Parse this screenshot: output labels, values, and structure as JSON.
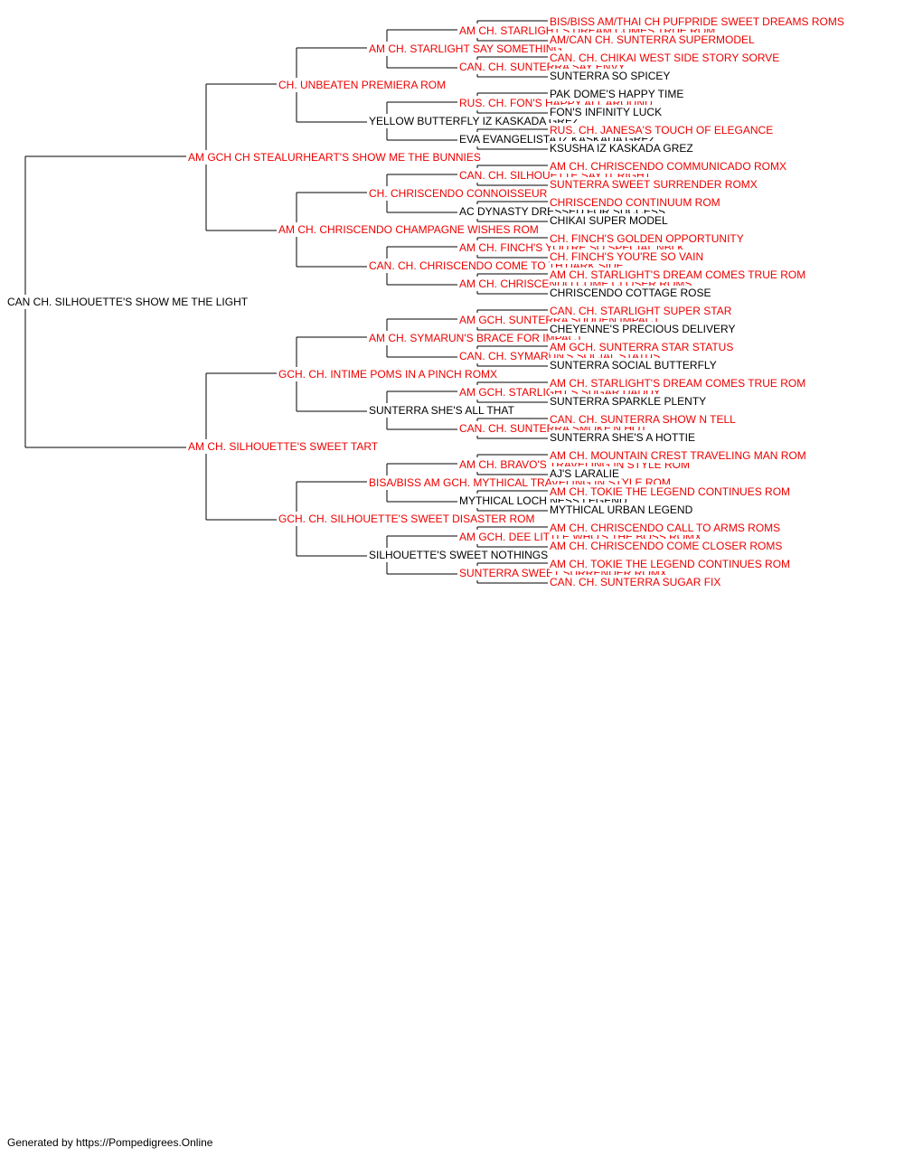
{
  "colors": {
    "titled": "#ee0000",
    "untitled": "#000000",
    "line": "#000000"
  },
  "pedigree": {
    "name": "CAN CH. SILHOUETTE'S SHOW ME THE LIGHT",
    "titled": false,
    "sire": {
      "name": "AM GCH CH STEALURHEART'S SHOW ME THE BUNNIES",
      "titled": true,
      "sire": {
        "name": "CH. UNBEATEN PREMIERA ROM",
        "titled": true,
        "sire": {
          "name": "AM CH. STARLIGHT SAY SOMETHING",
          "titled": true,
          "sire": {
            "name": "AM CH. STARLIGHT'S DREAM COMES TRUE ROM",
            "titled": true,
            "sire": {
              "name": "BIS/BISS AM/THAI CH PUFPRIDE SWEET DREAMS ROMS",
              "titled": true
            },
            "dam": {
              "name": "AM/CAN CH. SUNTERRA SUPERMODEL",
              "titled": true
            }
          },
          "dam": {
            "name": "CAN. CH. SUNTERRA SAY ENVY",
            "titled": true,
            "sire": {
              "name": "CAN. CH. CHIKAI WEST SIDE STORY SORVE",
              "titled": true
            },
            "dam": {
              "name": "SUNTERRA SO SPICEY",
              "titled": false
            }
          }
        },
        "dam": {
          "name": "YELLOW BUTTERFLY IZ KASKADA GREZ",
          "titled": false,
          "sire": {
            "name": "RUS. CH. FON'S HAPPY ALL AROUND",
            "titled": true,
            "sire": {
              "name": "PAK DOME'S HAPPY TIME",
              "titled": false
            },
            "dam": {
              "name": "FON'S INFINITY LUCK",
              "titled": false
            }
          },
          "dam": {
            "name": "EVA EVANGELISTA IZ KASKADA GREZ",
            "titled": false,
            "sire": {
              "name": "RUS. CH. JANESA'S TOUCH OF ELEGANCE",
              "titled": true
            },
            "dam": {
              "name": "KSUSHA IZ KASKADA GREZ",
              "titled": false
            }
          }
        }
      },
      "dam": {
        "name": "AM CH. CHRISCENDO CHAMPAGNE WISHES ROM",
        "titled": true,
        "sire": {
          "name": "CH. CHRISCENDO CONNOISSEUR",
          "titled": true,
          "sire": {
            "name": "CAN. CH. SILHOUETTE SAY IT RIGHT",
            "titled": true,
            "sire": {
              "name": "AM CH. CHRISCENDO COMMUNICADO ROMX",
              "titled": true
            },
            "dam": {
              "name": "SUNTERRA SWEET SURRENDER ROMX",
              "titled": true
            }
          },
          "dam": {
            "name": "AC DYNASTY DRESSED FOR SUCCESS",
            "titled": false,
            "sire": {
              "name": "CHRISCENDO CONTINUUM ROM",
              "titled": true
            },
            "dam": {
              "name": "CHIKAI SUPER MODEL",
              "titled": false
            }
          }
        },
        "dam": {
          "name": "CAN. CH. CHRISCENDO COME TO TH'DARK SIDE",
          "titled": true,
          "sire": {
            "name": "AM CH. FINCH'S YOU'RE SO SPECIAL NBLK",
            "titled": true,
            "sire": {
              "name": "CH. FINCH'S GOLDEN OPPORTUNITY",
              "titled": true
            },
            "dam": {
              "name": "CH. FINCH'S YOU'RE SO VAIN",
              "titled": true
            }
          },
          "dam": {
            "name": "AM CH. CHRISCENDO COME CLOSER ROMS",
            "titled": true,
            "sire": {
              "name": "AM CH. STARLIGHT'S DREAM COMES TRUE ROM",
              "titled": true
            },
            "dam": {
              "name": "CHRISCENDO COTTAGE ROSE",
              "titled": false
            }
          }
        }
      }
    },
    "dam": {
      "name": "AM CH. SILHOUETTE'S SWEET TART",
      "titled": true,
      "sire": {
        "name": "GCH. CH. INTIME POMS IN A PINCH ROMX",
        "titled": true,
        "sire": {
          "name": "AM CH. SYMARUN'S BRACE FOR IMPACT",
          "titled": true,
          "sire": {
            "name": "AM GCH. SUNTERRA SUDDEN IMPACT",
            "titled": true,
            "sire": {
              "name": "CAN. CH. STARLIGHT SUPER STAR",
              "titled": true
            },
            "dam": {
              "name": "CHEYENNE'S PRECIOUS DELIVERY",
              "titled": false
            }
          },
          "dam": {
            "name": "CAN. CH. SYMARUN'S SOCIAL STATUS",
            "titled": true,
            "sire": {
              "name": "AM GCH. SUNTERRA STAR STATUS",
              "titled": true
            },
            "dam": {
              "name": "SUNTERRA SOCIAL BUTTERFLY",
              "titled": false
            }
          }
        },
        "dam": {
          "name": "SUNTERRA SHE'S ALL THAT",
          "titled": false,
          "sire": {
            "name": "AM GCH. STARLIGHT'S SUGAR DADDY",
            "titled": true,
            "sire": {
              "name": "AM CH. STARLIGHT'S DREAM COMES TRUE ROM",
              "titled": true
            },
            "dam": {
              "name": "SUNTERRA SPARKLE PLENTY",
              "titled": false
            }
          },
          "dam": {
            "name": "CAN. CH. SUNTERRA SMOKE'N HOT",
            "titled": true,
            "sire": {
              "name": "CAN. CH. SUNTERRA SHOW N TELL",
              "titled": true
            },
            "dam": {
              "name": "SUNTERRA SHE'S A HOTTIE",
              "titled": false
            }
          }
        }
      },
      "dam": {
        "name": "GCH. CH. SILHOUETTE'S SWEET DISASTER ROM",
        "titled": true,
        "sire": {
          "name": "BISA/BISS AM GCH. MYTHICAL TRAVELING IN STYLE ROM",
          "titled": true,
          "sire": {
            "name": "AM CH. BRAVO'S TRAVELING IN STYLE ROM",
            "titled": true,
            "sire": {
              "name": "AM CH. MOUNTAIN CREST TRAVELING MAN ROM",
              "titled": true
            },
            "dam": {
              "name": "AJ'S LARALIE",
              "titled": false
            }
          },
          "dam": {
            "name": "MYTHICAL LOCH NESS LEGEND",
            "titled": false,
            "sire": {
              "name": "AM CH. TOKIE THE LEGEND CONTINUES ROM",
              "titled": true
            },
            "dam": {
              "name": "MYTHICAL URBAN LEGEND",
              "titled": false
            }
          }
        },
        "dam": {
          "name": "SILHOUETTE'S SWEET NOTHINGS",
          "titled": false,
          "sire": {
            "name": "AM GCH. DEE LITTLE WHO'S THE BOSS ROMX",
            "titled": true,
            "sire": {
              "name": "AM CH. CHRISCENDO CALL TO ARMS ROMS",
              "titled": true
            },
            "dam": {
              "name": "AM CH. CHRISCENDO COME CLOSER ROMS",
              "titled": true
            }
          },
          "dam": {
            "name": "SUNTERRA SWEET SURRENDER ROMX",
            "titled": true,
            "sire": {
              "name": "AM CH. TOKIE THE LEGEND CONTINUES ROM",
              "titled": true
            },
            "dam": {
              "name": "CAN. CH. SUNTERRA SUGAR FIX",
              "titled": true
            }
          }
        }
      }
    }
  },
  "footer": {
    "credit": "Generated by https://Pompedigrees.Online"
  }
}
